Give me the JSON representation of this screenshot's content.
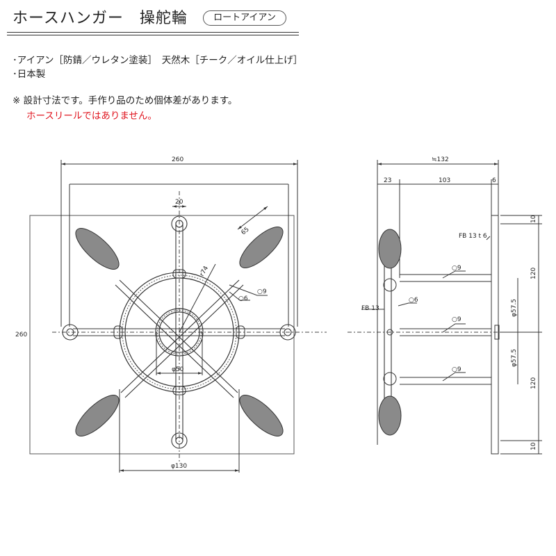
{
  "header": {
    "title": "ホースハンガー　操舵輪",
    "badge": "ロートアイアン"
  },
  "specs": {
    "line1": "･アイアン［防錆／ウレタン塗装］　天然木［チーク／オイル仕上げ］",
    "line2": "･日本製"
  },
  "notes": {
    "line1": "※ 設計寸法です。手作り品のため個体差があります。",
    "line2": "ホースリールではありません。"
  },
  "colors": {
    "warning": "#e0141e",
    "handle": "#8a8a8a",
    "line": "#333333"
  },
  "front_view": {
    "width": "260",
    "height": "260",
    "top_bar": "20",
    "handle_len": "65",
    "radius": "r74",
    "bar_dia_a": "○6",
    "bar_dia_b": "○9",
    "hub_dia": "φ50",
    "ring_dia": "φ130"
  },
  "side_view": {
    "depth": "≒132",
    "seg_a": "23",
    "seg_b": "103",
    "seg_c": "6",
    "fb_plate": "FB 13 t 6",
    "fb_wheel": "FB 13",
    "rod_top": "○9",
    "rod_mid": "○9",
    "rod_bot": "○9",
    "rod_small": "○6",
    "v_top": "10",
    "v_upper": "120",
    "v_lower": "120",
    "v_bottom": "10",
    "pitch_upper": "φ57.5",
    "pitch_lower": "φ57.5"
  }
}
